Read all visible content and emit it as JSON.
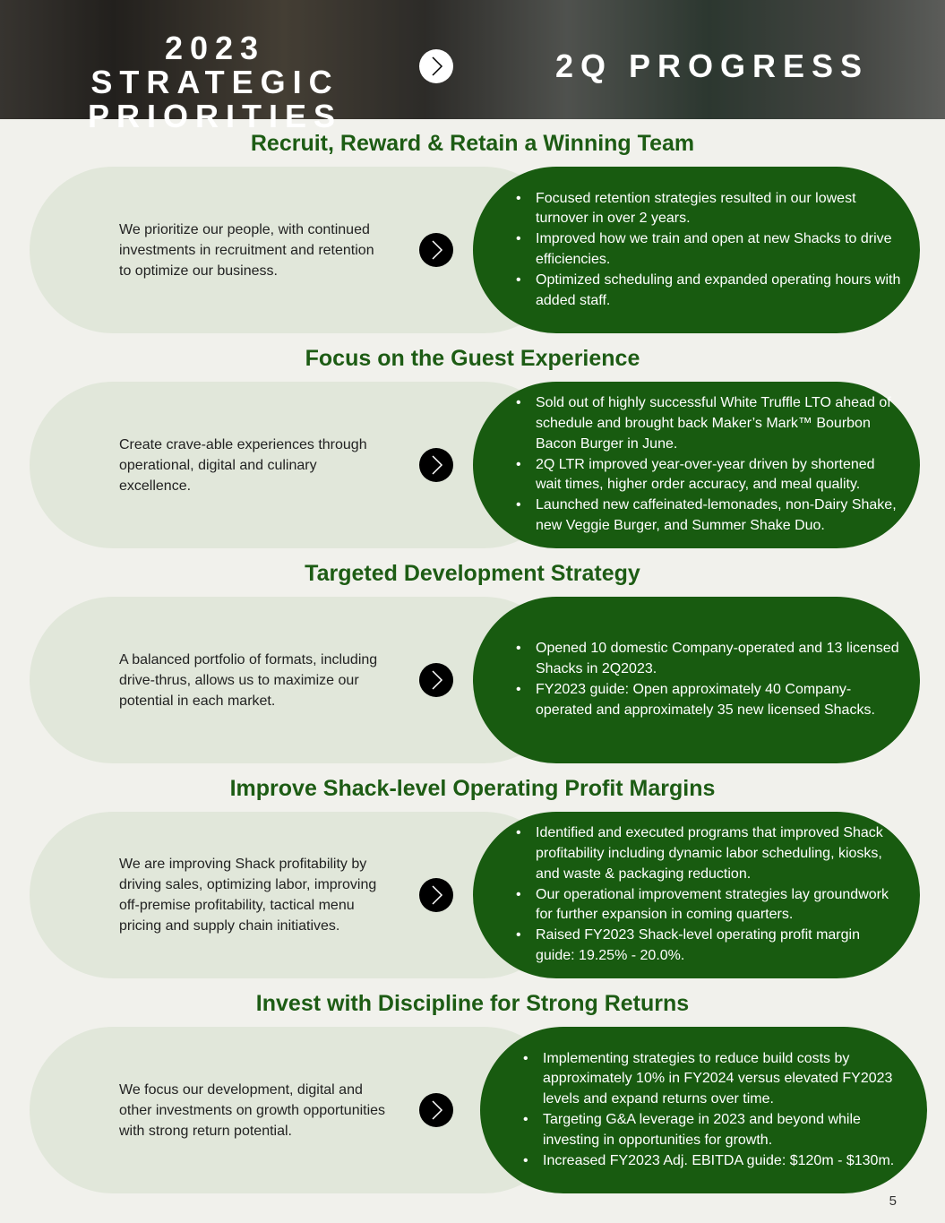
{
  "header": {
    "left_title_line1": "2023 STRATEGIC",
    "left_title_line2": "PRIORITIES",
    "right_title": "2Q PROGRESS"
  },
  "sections": [
    {
      "title": "Recruit, Reward & Retain a Winning Team",
      "priority": "We prioritize our people, with continued investments in recruitment and retention to optimize our business.",
      "progress": [
        "Focused retention strategies resulted in our lowest turnover in over 2 years.",
        "Improved how we train and open at new Shacks to drive efficiencies.",
        "Optimized scheduling and expanded operating hours with added staff."
      ]
    },
    {
      "title": "Focus on the Guest Experience",
      "priority": "Create crave-able experiences through operational, digital and culinary excellence.",
      "progress": [
        "Sold out of highly successful White Truffle LTO ahead of schedule and brought back Maker’s Mark™ Bourbon Bacon Burger in June.",
        "2Q LTR improved year-over-year driven by shortened wait times, higher order accuracy, and meal quality.",
        "Launched new caffeinated-lemonades, non-Dairy Shake, new Veggie Burger, and Summer Shake Duo."
      ]
    },
    {
      "title": "Targeted Development Strategy",
      "priority": "A balanced portfolio of formats, including drive-thrus, allows us to maximize our potential in each market.",
      "progress": [
        "Opened 10 domestic Company-operated and 13 licensed Shacks in 2Q2023.",
        "FY2023 guide: Open approximately 40 Company-operated and approximately 35 new licensed Shacks."
      ]
    },
    {
      "title": "Improve Shack-level Operating Profit Margins",
      "priority": "We are improving Shack profitability by driving sales, optimizing labor, improving off-premise profitability, tactical menu pricing and supply chain initiatives.",
      "progress": [
        "Identified and executed programs that improved Shack profitability including dynamic labor scheduling, kiosks, and waste & packaging reduction.",
        "Our operational improvement strategies lay groundwork for further expansion in coming quarters.",
        "Raised FY2023 Shack-level operating profit margin guide: 19.25% - 20.0%."
      ]
    },
    {
      "title": "Invest with Discipline for Strong Returns",
      "priority": "We focus our development, digital and other investments on growth opportunities with strong return potential.",
      "progress": [
        "Implementing strategies to reduce build costs by approximately 10% in FY2024 versus elevated FY2023 levels and expand returns over time.",
        "Targeting G&A leverage in 2023 and beyond while investing in opportunities for growth.",
        "Increased FY2023 Adj. EBITDA guide: $120m - $130m."
      ]
    }
  ],
  "page_number": "5"
}
